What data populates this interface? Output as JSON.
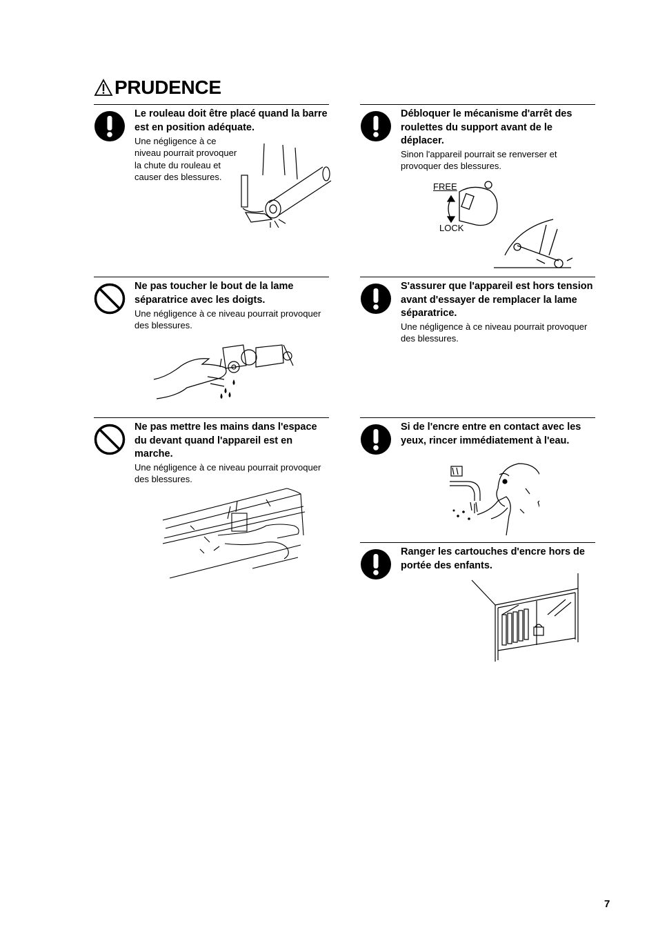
{
  "title": "PRUDENCE",
  "page_number": "7",
  "illustration_labels": {
    "free": "FREE",
    "lock": "LOCK"
  },
  "blocks": [
    {
      "heading": "Le rouleau doit être placé quand la barre est en position adéquate.",
      "text": "Une négligence à ce niveau pourrait provoquer la chute du rouleau et causer des blessures."
    },
    {
      "heading": "Débloquer le mécanisme d'arrêt des roulettes du support avant de le déplacer.",
      "text": "Sinon l'appareil pourrait se renverser et provoquer des blessures."
    },
    {
      "heading": "Ne pas toucher le bout de la lame séparatrice avec les doigts.",
      "text": "Une négligence à ce niveau pourrait provoquer des blessures."
    },
    {
      "heading": "S'assurer que l'appareil est hors tension avant d'essayer de remplacer la lame séparatrice.",
      "text": "Une négligence à ce niveau pourrait provoquer des blessures."
    },
    {
      "heading": "Ne pas mettre les mains dans l'espace du devant quand l'appareil est en marche.",
      "text": "Une négligence à ce niveau pourrait provoquer des blessures."
    },
    {
      "heading": "Si de l'encre entre en contact avec les yeux, rincer immédiatement à l'eau.",
      "text": ""
    },
    {
      "heading": "Ranger les cartouches d'encre hors de portée des enfants.",
      "text": ""
    }
  ]
}
